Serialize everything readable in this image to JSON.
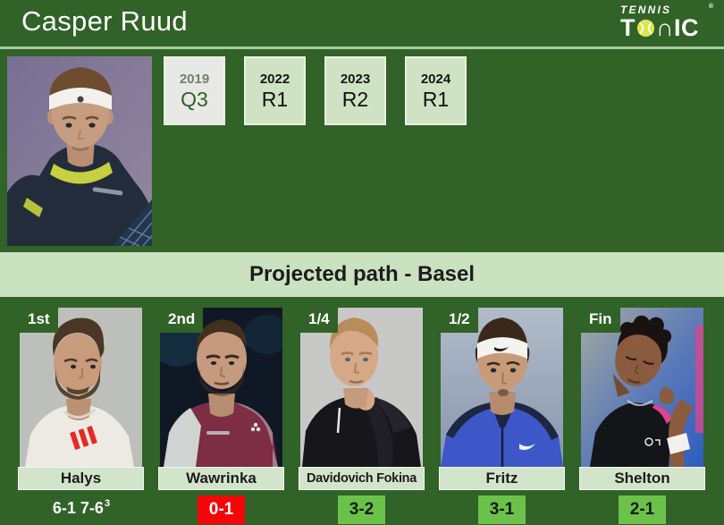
{
  "header": {
    "title": "Casper Ruud",
    "brand": {
      "line1": "TENNIS",
      "registered": "®",
      "main_prefix": "T",
      "main_suffix": "∩IC",
      "ball_icon": "tennis-ball-icon"
    }
  },
  "palette": {
    "bg_green": "#316227",
    "separator_green": "#abc8a0",
    "band_green": "#cbe2c1",
    "box_green": "#cfe3c4",
    "box_border": "#e9f2e1",
    "box_gray": "#e8e8e6",
    "highlight_year": "#71816a",
    "highlight_result": "#2f6127",
    "name_bar_bg": "#d2e5cb",
    "name_bar_border": "#f2f7ee",
    "win_green": "#6bc24a",
    "loss_red": "#f50408",
    "text_dark": "#1c1c1c",
    "ball_yellow": "#d9e74b"
  },
  "results": [
    {
      "year": "2019",
      "result": "Q3",
      "highlighted": true
    },
    {
      "year": "2022",
      "result": "R1",
      "highlighted": false
    },
    {
      "year": "2023",
      "result": "R2",
      "highlighted": false
    },
    {
      "year": "2024",
      "result": "R1",
      "highlighted": false
    }
  ],
  "section": {
    "title": "Projected path - Basel"
  },
  "players": [
    {
      "round": "1st",
      "name": "Halys",
      "score": "6-1 7-6",
      "score_sup": "3",
      "score_style": "plain"
    },
    {
      "round": "2nd",
      "name": "Wawrinka",
      "score": "0-1",
      "score_style": "negative"
    },
    {
      "round": "1/4",
      "name": "Davidovich Fokina",
      "score": "3-2",
      "score_style": "positive"
    },
    {
      "round": "1/2",
      "name": "Fritz",
      "score": "3-1",
      "score_style": "positive"
    },
    {
      "round": "Fin",
      "name": "Shelton",
      "score": "2-1",
      "score_style": "positive"
    }
  ]
}
